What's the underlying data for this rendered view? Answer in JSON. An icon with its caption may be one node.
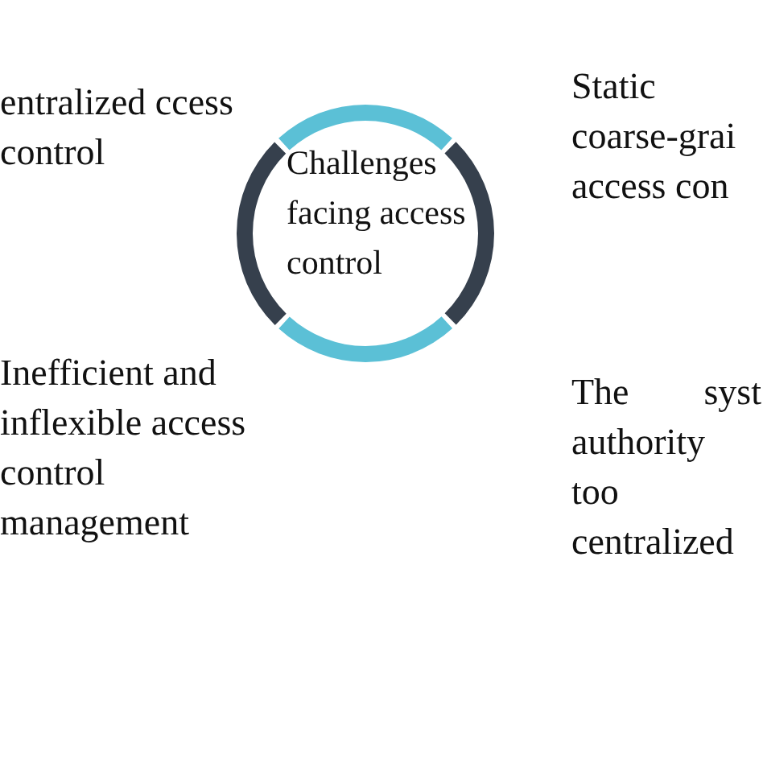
{
  "diagram": {
    "nodes": [
      {
        "text": [
          "Challenges facing access control"
        ]
      }
    ],
    "labels": [
      "entralized ccess control",
      "Static coarse-grai access con",
      "Inefficient and inflexible access control management",
      "The syst authority too centralized"
    ]
  }
}
